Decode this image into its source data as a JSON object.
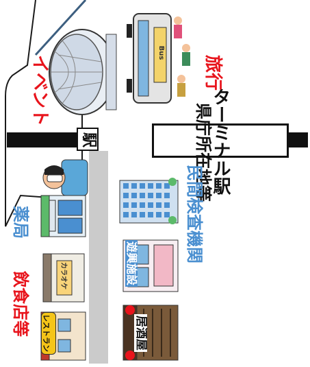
{
  "labels": {
    "event": "イベント",
    "travel": "旅行",
    "station_main": "駅",
    "terminal_station": "ターミナル駅",
    "prefectural_office": "県庁所在地等",
    "pharmacy": "薬局",
    "private_lab": "民間検査機関",
    "restaurants": "飲食店等",
    "entertainment": "遊興施設",
    "izakaya": "居酒屋",
    "restaurant_sign": "レストラン",
    "karaoke": "カラオケ",
    "bus_sign": "Bus"
  },
  "colors": {
    "red_text": "#e8141c",
    "blue_text": "#4a8fd0",
    "road_gray": "#cbcbcb",
    "line_blue": "#3d5f80",
    "bar_black": "#111111"
  }
}
